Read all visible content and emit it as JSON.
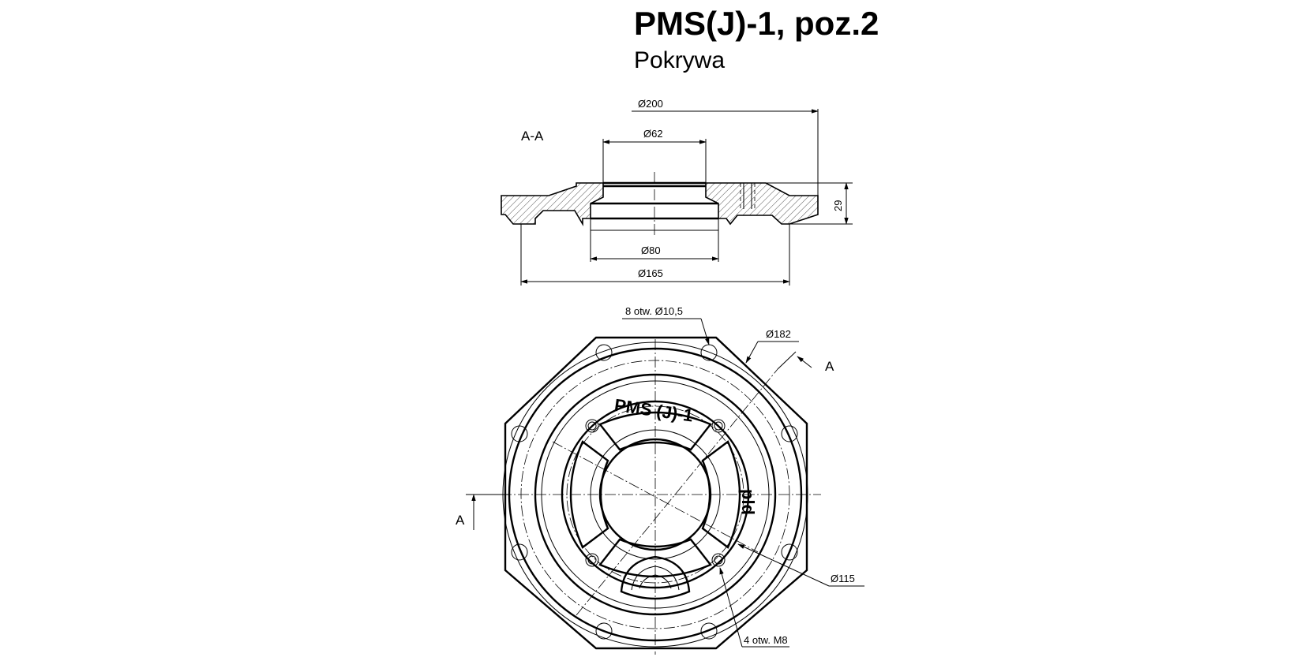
{
  "header": {
    "title": "PMS(J)-1, poz.2",
    "subtitle": "Pokrywa"
  },
  "section_view": {
    "label": "A-A",
    "dimensions": {
      "d200": "Ø200",
      "d62": "Ø62",
      "d80": "Ø80",
      "d165": "Ø165",
      "h29": "29"
    }
  },
  "plan_view": {
    "section_marker": "A",
    "embossed_text": "PMS (J)-1",
    "callouts": {
      "holes_8": "8 otw.  Ø10,5",
      "d182": "Ø182",
      "d115": "Ø115",
      "holes_4": "4 otw. M8"
    }
  },
  "colors": {
    "ink": "#000000",
    "paper": "#ffffff"
  }
}
